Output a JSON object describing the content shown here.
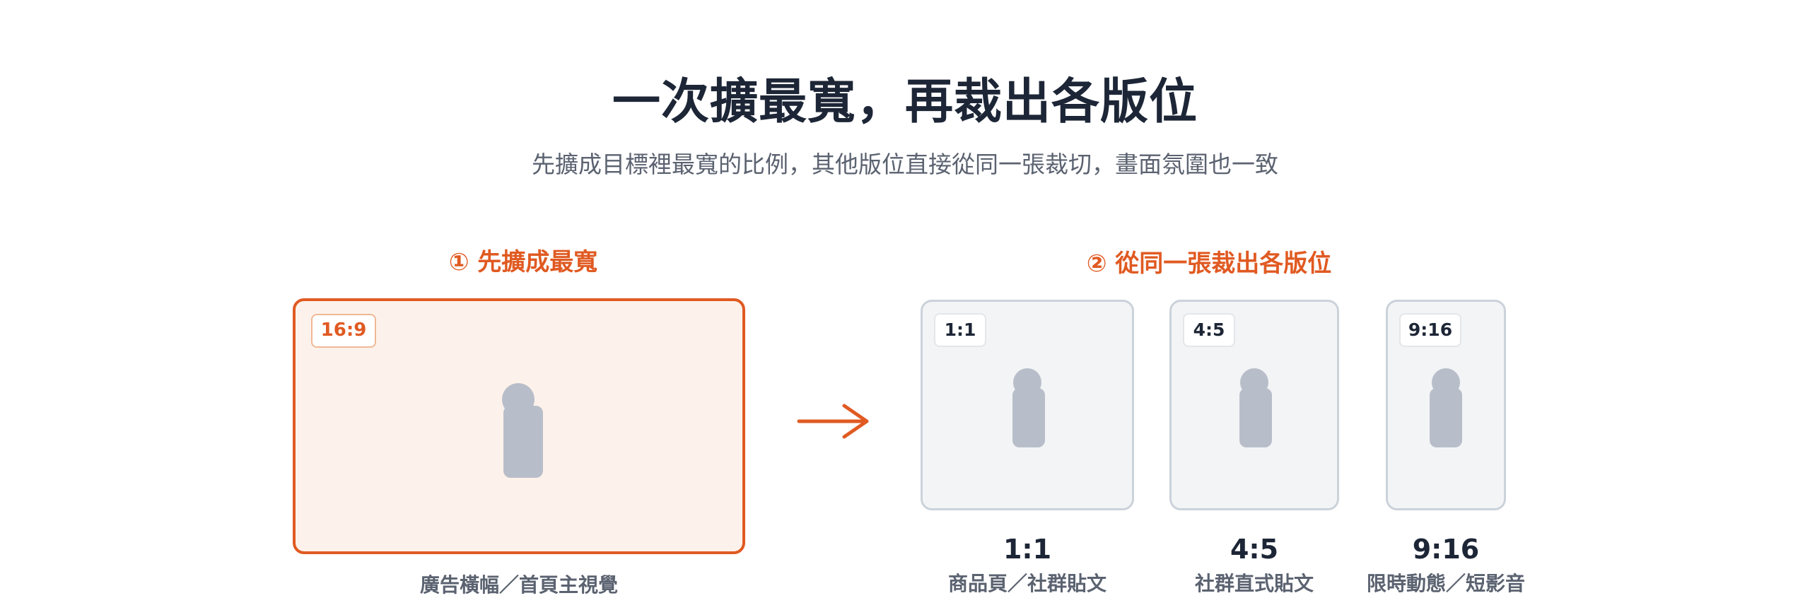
{
  "header": {
    "title": "一次擴最寬，再裁出各版位",
    "subtitle": "先擴成目標裡最寬的比例，其他版位直接從同一張裁切，畫面氛圍也一致"
  },
  "steps": [
    {
      "label": "① 先擴成最寬"
    },
    {
      "label": "② 從同一張裁出各版位"
    }
  ],
  "source": {
    "badge": "16:9",
    "caption": "廣告橫幅／首頁主視覺"
  },
  "crops": [
    {
      "badge": "1:1",
      "ratio": "1:1",
      "caption": "商品頁／社群貼文"
    },
    {
      "badge": "4:5",
      "ratio": "4:5",
      "caption": "社群直式貼文"
    },
    {
      "badge": "9:16",
      "ratio": "9:16",
      "caption": "限時動態／短影音"
    }
  ],
  "colors": {
    "accent": "#e05a22",
    "title": "#1d2636",
    "muted": "#5b6270",
    "source_fill": "#fdf2eb",
    "crop_fill": "#f3f4f6",
    "crop_border": "#cbd2da",
    "silhouette": "#b8bec9"
  },
  "icons": {
    "flow_arrow": "arrow-right-icon",
    "subject": "person-silhouette-icon"
  }
}
